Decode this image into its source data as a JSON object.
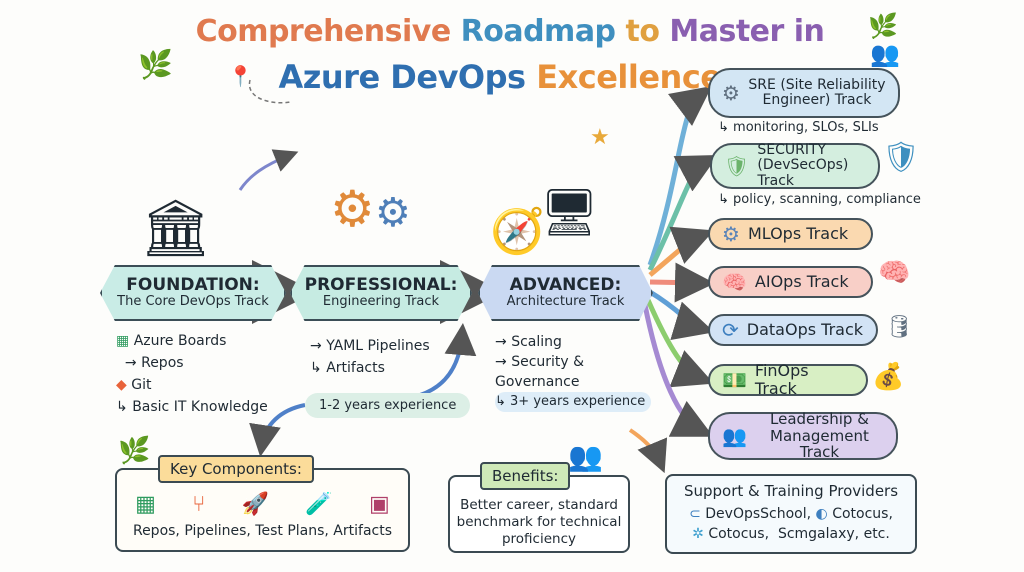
{
  "title": {
    "line1_parts": [
      "Comprehensive ",
      "Roadmap ",
      "to ",
      "Master in"
    ],
    "line2_main": "Azure DevOps ",
    "line2_accent": "Excellence"
  },
  "stages": [
    {
      "title": "FOUNDATION:",
      "subtitle": "The Core DevOps Track",
      "items": [
        "Azure Boards",
        "Repos",
        "Git",
        "Basic IT Knowledge"
      ]
    },
    {
      "title": "PROFESSIONAL:",
      "subtitle": "Engineering Track",
      "items": [
        "YAML Pipelines",
        "Artifacts"
      ],
      "experience": "1-2 years experience"
    },
    {
      "title": "ADVANCED:",
      "subtitle": "Architecture Track",
      "items": [
        "Scaling",
        "Security & Governance"
      ],
      "experience": "3+ years experience"
    }
  ],
  "tracks": [
    {
      "label": "SRE (Site Reliability Engineer) Track",
      "sub": "monitoring, SLOs, SLIs",
      "color": "#d3e6f4"
    },
    {
      "label": "SECURITY (DevSecOps) Track",
      "sub": "policy, scanning, compliance",
      "color": "#d4eedf"
    },
    {
      "label": "MLOps Track",
      "color": "#fad9b0"
    },
    {
      "label": "AIOps Track",
      "color": "#f8cfc7"
    },
    {
      "label": "DataOps Track",
      "color": "#d2e3f5"
    },
    {
      "label": "FinOps Track",
      "color": "#d8efc4"
    },
    {
      "label": "Leadership & Management Track",
      "color": "#dcd0ee"
    }
  ],
  "key_components": {
    "label": "Key Components:",
    "text": "Repos, Pipelines, Test Plans, Artifacts"
  },
  "benefits": {
    "label": "Benefits:",
    "text": "Better career, standard benchmark for technical proficiency"
  },
  "support": {
    "title": "Support & Training Providers",
    "providers": [
      "DevOpsSchool,",
      "Cotocus,",
      "Cotocus,",
      "Scmgalaxy, etc."
    ]
  }
}
